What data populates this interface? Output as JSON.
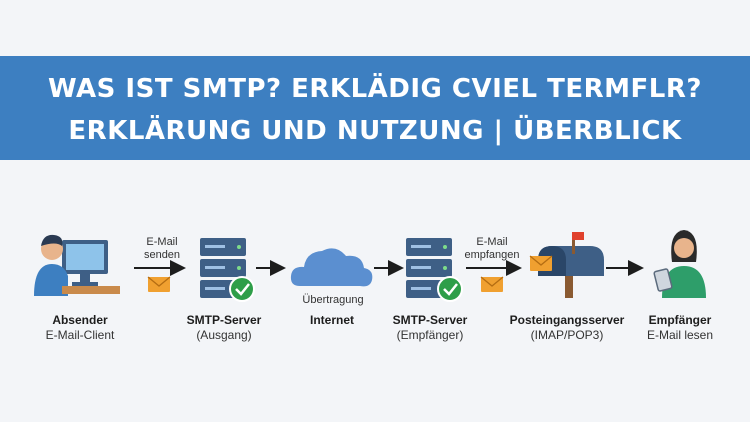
{
  "header": {
    "line1": "WAS IST SMTP? ERKLÄDIG CVIEL TERMFLR?",
    "line2": "ERKLÄRUNG UND NUTZUNG | ÜBERBLICK"
  },
  "nodes": [
    {
      "title": "Absender",
      "subtitle": "E-Mail-Client",
      "icon": "person-at-computer-icon"
    },
    {
      "title": "SMTP-Server",
      "subtitle": "(Ausgang)",
      "icon": "server-check-icon"
    },
    {
      "title": "Internet",
      "subtitle": "",
      "icon": "cloud-icon"
    },
    {
      "title": "SMTP-Server",
      "subtitle": "(Empfänger)",
      "icon": "server-check-icon"
    },
    {
      "title": "Posteingangsserver",
      "subtitle": "(IMAP/POP3)",
      "icon": "mailbox-icon"
    },
    {
      "title": "Empfänger",
      "subtitle": "E-Mail lesen",
      "icon": "person-with-tablet-icon"
    }
  ],
  "notes": {
    "send_line1": "E-Mail",
    "send_line2": "senden",
    "transfer": "Übertragung",
    "receive_line1": "E-Mail",
    "receive_line2": "empfangen"
  },
  "colors": {
    "banner": "#3d7fc1",
    "server": "#3e5f86",
    "check": "#2e9e49",
    "envelope": "#f0a030",
    "cloud": "#5b8fd0"
  }
}
